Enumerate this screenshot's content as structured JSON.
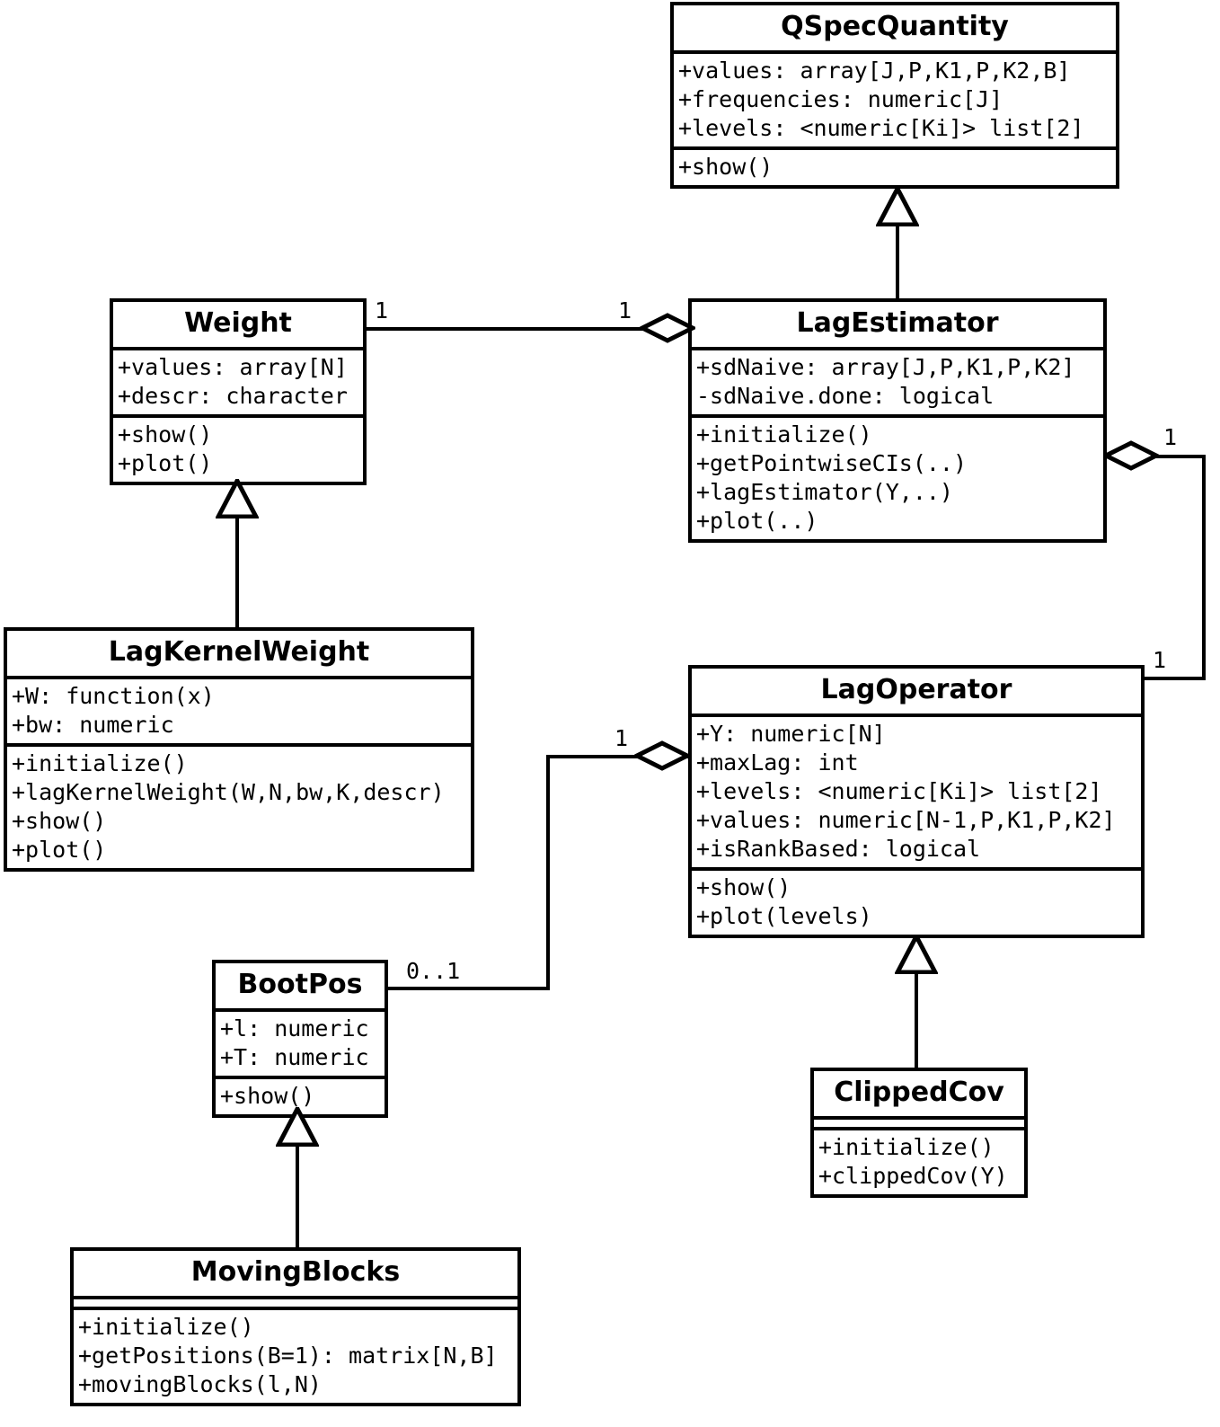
{
  "diagram": {
    "title": "UML class diagram",
    "stroke_color": "#000000",
    "background_color": "#ffffff"
  },
  "classes": {
    "qspecquantity": {
      "name": "QSpecQuantity",
      "attributes": [
        "+values: array[J,P,K1,P,K2,B]",
        "+frequencies: numeric[J]",
        "+levels: <numeric[Ki]> list[2]"
      ],
      "methods": [
        "+show()"
      ]
    },
    "weight": {
      "name": "Weight",
      "attributes": [
        "+values: array[N]",
        "+descr: character"
      ],
      "methods": [
        "+show()",
        "+plot()"
      ]
    },
    "lagestimator": {
      "name": "LagEstimator",
      "attributes": [
        "+sdNaive: array[J,P,K1,P,K2]",
        "-sdNaive.done: logical"
      ],
      "methods": [
        "+initialize()",
        "+getPointwiseCIs(..)",
        "+lagEstimator(Y,..)",
        "+plot(..)"
      ]
    },
    "lagkernelweight": {
      "name": "LagKernelWeight",
      "attributes": [
        "+W: function(x)",
        "+bw: numeric"
      ],
      "methods": [
        "+initialize()",
        "+lagKernelWeight(W,N,bw,K,descr)",
        "+show()",
        "+plot()"
      ]
    },
    "lagoperator": {
      "name": "LagOperator",
      "attributes": [
        "+Y: numeric[N]",
        "+maxLag: int",
        "+levels: <numeric[Ki]> list[2]",
        "+values: numeric[N-1,P,K1,P,K2]",
        "+isRankBased: logical"
      ],
      "methods": [
        "+show()",
        "+plot(levels)"
      ]
    },
    "bootpos": {
      "name": "BootPos",
      "attributes": [
        "+l: numeric",
        "+T: numeric"
      ],
      "methods": [
        "+show()"
      ]
    },
    "clippedcov": {
      "name": "ClippedCov",
      "attributes": [],
      "methods": [
        "+initialize()",
        "+clippedCov(Y)"
      ]
    },
    "movingblocks": {
      "name": "MovingBlocks",
      "attributes": [],
      "methods": [
        "+initialize()",
        "+getPositions(B=1): matrix[N,B]",
        "+movingBlocks(l,N)"
      ]
    }
  },
  "relationships": {
    "weight_lagestimator": {
      "type": "aggregation",
      "source_multiplicity": "1",
      "target_multiplicity": "1"
    },
    "lagestimator_lagoperator": {
      "type": "aggregation",
      "source_multiplicity": "1",
      "target_multiplicity": "1"
    },
    "lagoperator_bootpos": {
      "type": "aggregation",
      "source_multiplicity": "1",
      "target_multiplicity": "0..1"
    },
    "lagestimator_qspecquantity": {
      "type": "generalization"
    },
    "lagkernelweight_weight": {
      "type": "generalization"
    },
    "clippedcov_lagoperator": {
      "type": "generalization"
    },
    "movingblocks_bootpos": {
      "type": "generalization"
    }
  }
}
